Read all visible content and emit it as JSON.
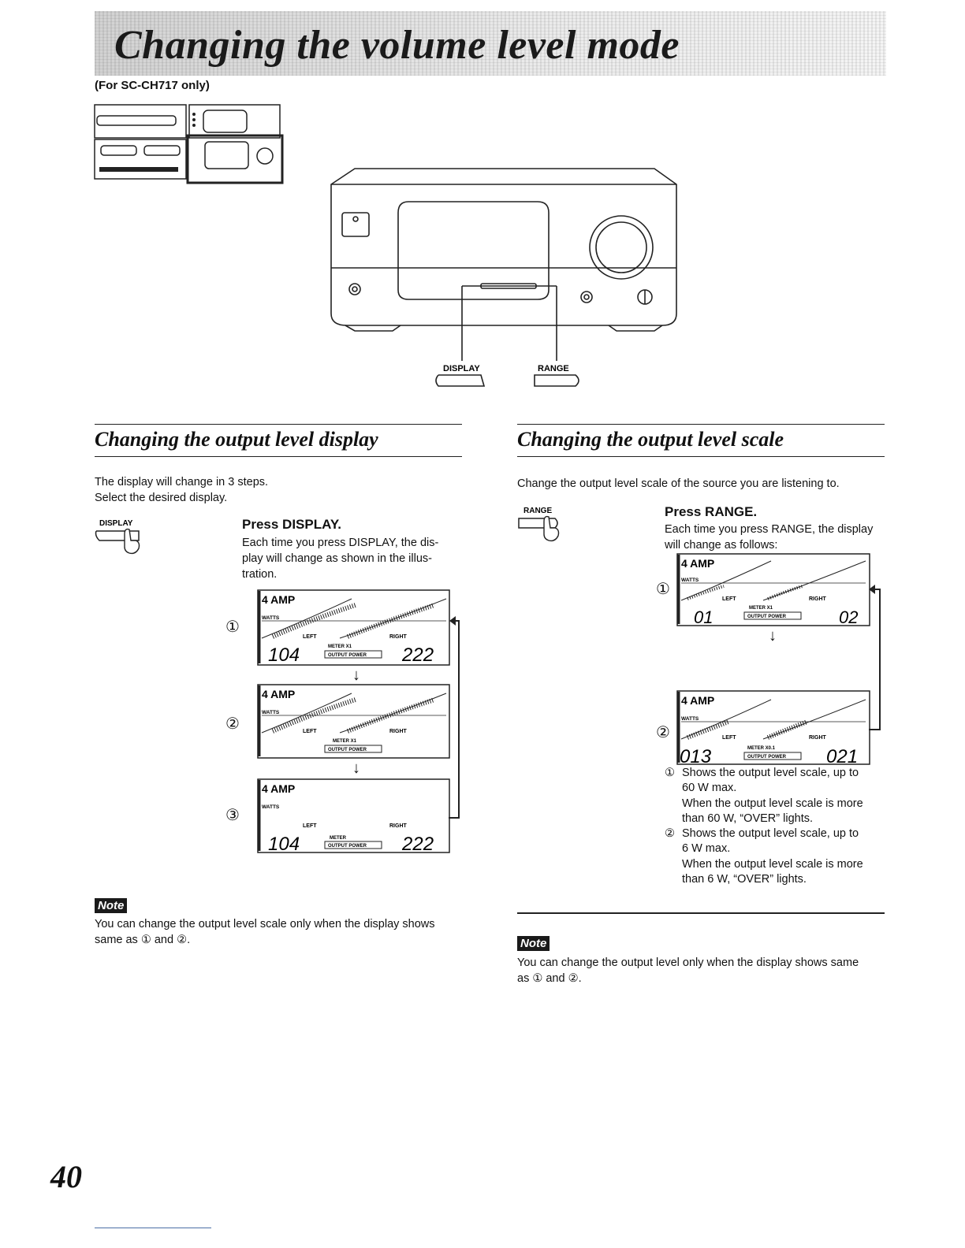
{
  "header": {
    "title": "Changing the volume level mode",
    "model_note": "(For SC-CH717 only)"
  },
  "unit": {
    "button_display": "DISPLAY",
    "button_range": "RANGE"
  },
  "left": {
    "heading": "Changing the output level display",
    "intro_line1": "The display will change in 3 steps.",
    "intro_line2": "Select the desired display.",
    "button_label": "DISPLAY",
    "step_title": "Press DISPLAY.",
    "step_text_1": "Each time you press DISPLAY, the dis-",
    "step_text_2": "play will change as shown in the illus-",
    "step_text_3": "tration.",
    "markers": [
      "①",
      "②",
      "③"
    ],
    "panels": [
      {
        "amp": "4 AMP",
        "watts": "WATTS",
        "left": "LEFT",
        "right": "RIGHT",
        "meter": "METER   X1",
        "output": "OUTPUT  POWER",
        "left_value": "104",
        "right_value": "222"
      },
      {
        "amp": "4 AMP",
        "watts": "WATTS",
        "left": "LEFT",
        "right": "RIGHT",
        "meter": "METER   X1",
        "output": "OUTPUT  POWER",
        "left_value": "",
        "right_value": ""
      },
      {
        "amp": "4 AMP",
        "watts": "WATTS",
        "left": "LEFT",
        "right": "RIGHT",
        "meter": "METER",
        "output": "OUTPUT  POWER",
        "left_value": "104",
        "right_value": "222"
      }
    ],
    "note_label": "Note",
    "note_line1": "You can change the output level scale only when the display shows",
    "note_line2": "same as ① and ②."
  },
  "right": {
    "heading": "Changing the output level scale",
    "intro": "Change the output level scale of the source you are listening to.",
    "button_label": "RANGE",
    "step_title": "Press RANGE.",
    "step_text_1": "Each time you press RANGE, the display",
    "step_text_2": "will change as follows:",
    "markers": [
      "①",
      "②"
    ],
    "panels": [
      {
        "amp": "4 AMP",
        "watts": "WATTS",
        "left": "LEFT",
        "right": "RIGHT",
        "meter": "METER   X1",
        "output": "OUTPUT  POWER",
        "left_value": "01",
        "right_value": "02"
      },
      {
        "amp": "4 AMP",
        "watts": "WATTS",
        "left": "LEFT",
        "right": "RIGHT",
        "meter": "METER   X0.1",
        "output": "OUTPUT  POWER",
        "left_value": "013",
        "right_value": "021"
      }
    ],
    "explain": [
      {
        "marker": "①",
        "line1": "Shows the output level scale, up to",
        "line2": "60 W max.",
        "line3": "When the output level scale is more",
        "line4": "than 60 W, “OVER” lights."
      },
      {
        "marker": "②",
        "line1": "Shows the output level scale, up to",
        "line2": "6 W max.",
        "line3": "When the output level scale is more",
        "line4": "than 6 W, “OVER” lights."
      }
    ],
    "note_label": "Note",
    "note_line1": "You can change the output level only when the display shows same",
    "note_line2": "as ① and ②."
  },
  "page_number": "40"
}
